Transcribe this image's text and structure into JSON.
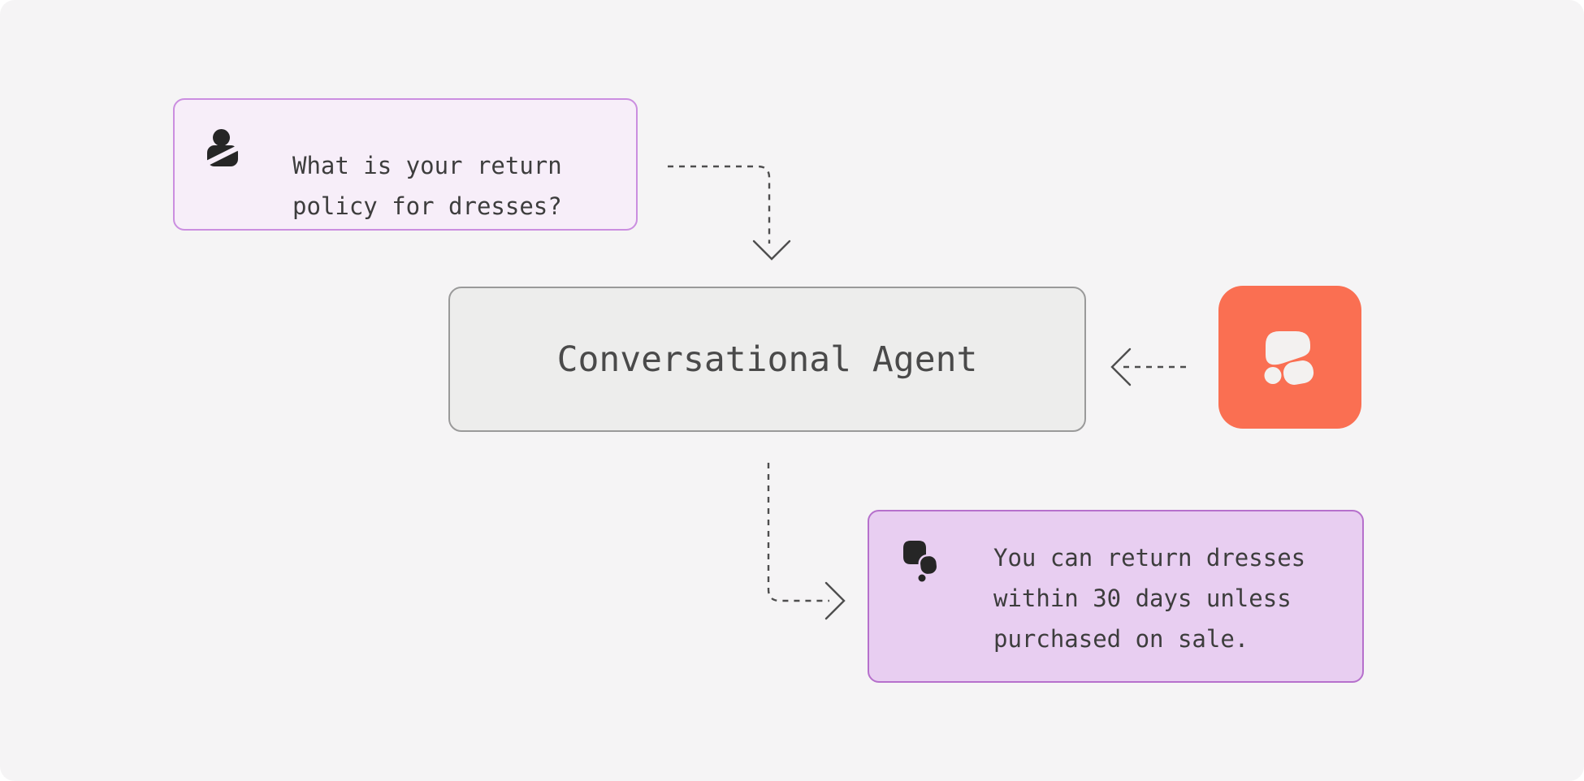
{
  "diagram": {
    "title": "conversational-agent-flow",
    "user_message": {
      "icon": "person-icon",
      "lines": [
        "What is your return",
        "policy for dresses?"
      ]
    },
    "agent_node": {
      "label": "Conversational Agent"
    },
    "brand_logo": {
      "icon": "chat-blobs-logo",
      "background": "#fa6f52"
    },
    "agent_reply": {
      "icon": "chat-bubbles-icon",
      "lines": [
        "You can return dresses",
        "within 30 days unless",
        "purchased on sale."
      ]
    },
    "connectors": [
      {
        "name": "user-to-agent",
        "style": "dashed",
        "direction": "down"
      },
      {
        "name": "logo-to-agent",
        "style": "dashed",
        "direction": "left"
      },
      {
        "name": "agent-to-reply",
        "style": "dashed",
        "direction": "right"
      }
    ]
  },
  "colors": {
    "canvas_background": "#f5f4f5",
    "user_card_background": "#f7eef9",
    "user_card_border": "#cb8ee0",
    "answer_card_background": "#e8cef1",
    "answer_card_border": "#b670cc",
    "agent_card_background": "#ededec",
    "agent_card_border": "#9a9a9a",
    "brand_orange": "#fa6f52",
    "text": "#3d3d3d",
    "arrow": "#4e4e4e",
    "icon": "#262626"
  }
}
